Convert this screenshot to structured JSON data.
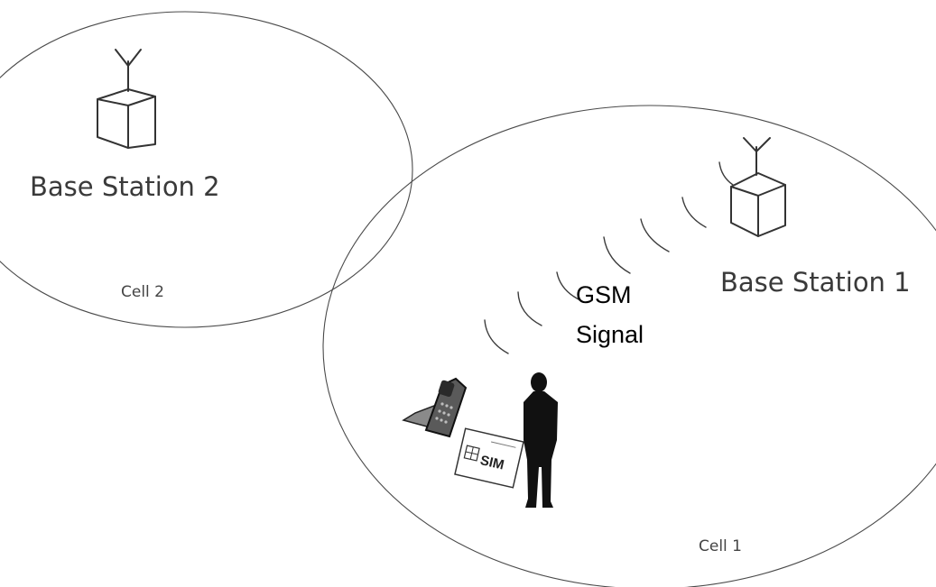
{
  "cells": [
    {
      "cell_label": "Cell 2",
      "station_label": "Base Station 2"
    },
    {
      "cell_label": "Cell 1",
      "station_label": "Base Station 1"
    }
  ],
  "signal": {
    "line1": "GSM",
    "line2": "Signal"
  },
  "sim_card": {
    "text": "SIM"
  },
  "icons": {
    "base_station": "antenna-tower-icon",
    "phone": "mobile-phone-icon",
    "sim": "sim-card-icon",
    "person": "person-silhouette-icon"
  }
}
